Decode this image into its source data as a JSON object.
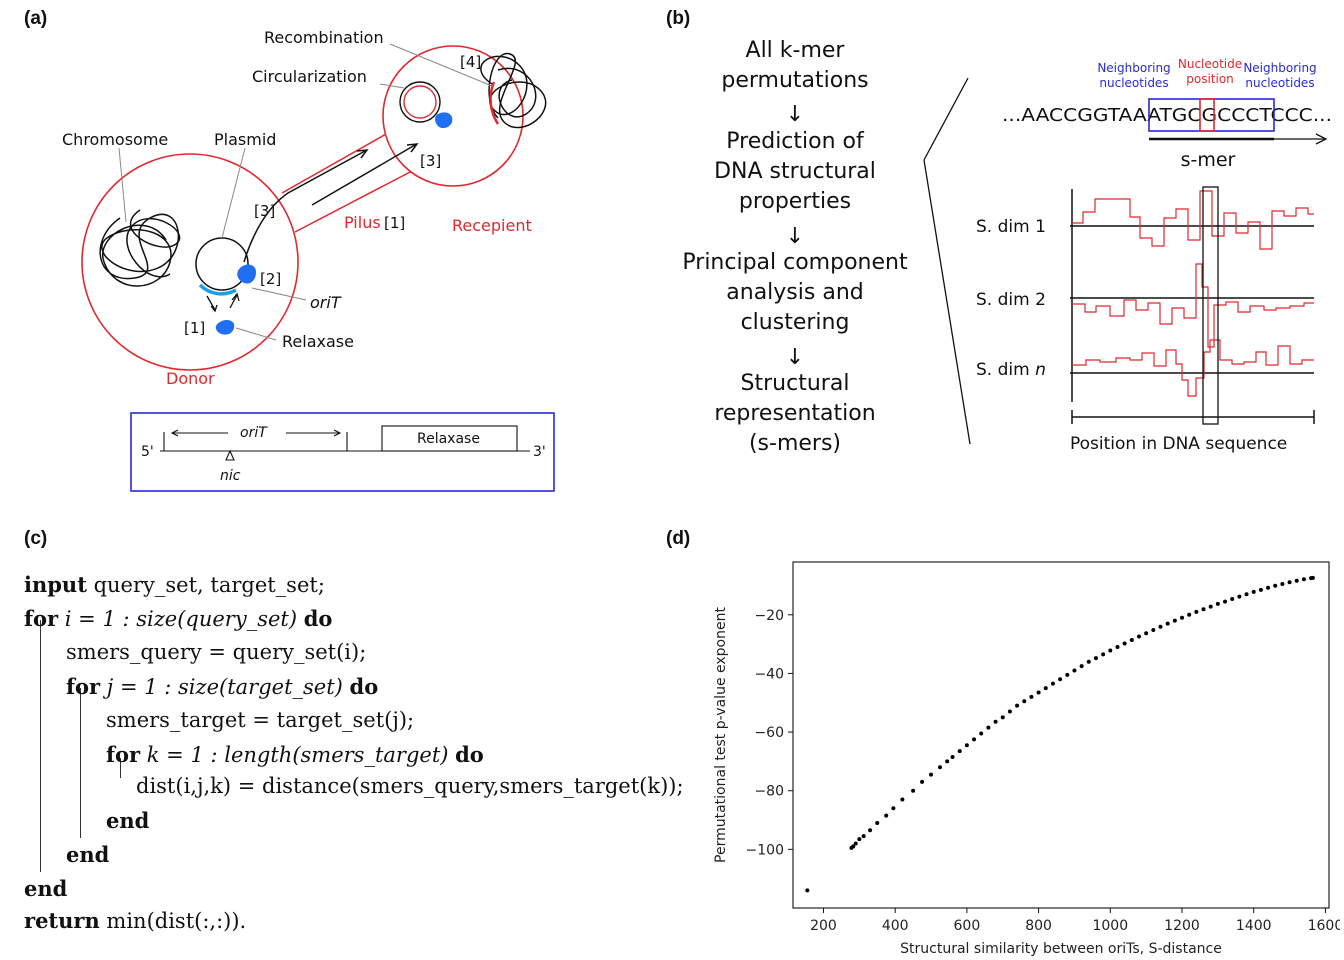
{
  "panels": {
    "a": "(a)",
    "b": "(b)",
    "c": "(c)",
    "d": "(d)"
  },
  "panel_a": {
    "recombination": "Recombination",
    "circularization": "Circularization",
    "chromosome": "Chromosome",
    "plasmid": "Plasmid",
    "step4": "[4]",
    "step3a": "[3]",
    "step3b": "[3]",
    "step2": "[2]",
    "step1": "[1]",
    "pilus": "Pilus",
    "pilus_step": "[1]",
    "recepient": "Recepient",
    "orit": "oriT",
    "relaxase": "Relaxase",
    "donor": "Donor",
    "box": {
      "five_prime": "5'",
      "three_prime": "3'",
      "orit": "oriT",
      "nic": "nic",
      "relaxase": "Relaxase"
    },
    "colors": {
      "red": "#e0282e",
      "blue": "#2a2ad8",
      "relaxase": "#1f6ff2",
      "orit": "#1aa0e6"
    }
  },
  "panel_b": {
    "flow": {
      "step1": [
        "All k-mer",
        "permutations"
      ],
      "step2": [
        "Prediction of",
        "DNA structural",
        "properties"
      ],
      "step3": [
        "Principal component",
        "analysis and",
        "clustering"
      ],
      "step4": [
        "Structural",
        "representation",
        "(s-mers)"
      ],
      "arrow": "↓"
    },
    "neighboring_left": [
      "Neighboring",
      "nucleotides"
    ],
    "nucleotide_position": [
      "Nucleotide",
      "position"
    ],
    "neighboring_right": [
      "Neighboring",
      "nucleotides"
    ],
    "sequence": "...AACCGGTAAATGCGCCCTCCC...",
    "smer": "s-mer",
    "dim1": "S. dim 1",
    "dim2": "S. dim 2",
    "dimn_prefix": "S. dim ",
    "dimn_var": "n",
    "position_label": "Position in DNA sequence"
  },
  "panel_c": {
    "kw_input": "input",
    "input_rest": " query_set, target_set;",
    "kw_for": "for",
    "for_i": " i = 1 : size(query_set) ",
    "kw_do": "do",
    "smers_query": "smers_query = query_set(i);",
    "for_j": " j = 1 : size(target_set) ",
    "smers_target": "smers_target = target_set(j);",
    "for_k": " k = 1 : length(smers_target) ",
    "dist_line": "dist(i,j,k) = distance(smers_query,smers_target(k));",
    "kw_end": "end",
    "kw_return": "return",
    "return_rest": " min(dist(:,:))."
  },
  "chart_data": {
    "type": "scatter",
    "title": "",
    "xlabel": "Structural similarity between oriTs, S-distance",
    "ylabel": "Permutational test p-value exponent",
    "xlim": [
      115,
      1610
    ],
    "ylim": [
      -120,
      -2
    ],
    "xticks": [
      200,
      400,
      600,
      800,
      1000,
      1200,
      1400,
      1600
    ],
    "yticks": [
      -100,
      -80,
      -60,
      -40,
      -20
    ],
    "grid": false,
    "point_color": "#000000",
    "points": [
      [
        155,
        -114
      ],
      [
        278,
        -99.5
      ],
      [
        283,
        -99
      ],
      [
        290,
        -98
      ],
      [
        300,
        -96.5
      ],
      [
        312,
        -95.5
      ],
      [
        330,
        -93.5
      ],
      [
        350,
        -91
      ],
      [
        375,
        -88.5
      ],
      [
        395,
        -86
      ],
      [
        420,
        -83
      ],
      [
        450,
        -80
      ],
      [
        475,
        -77
      ],
      [
        500,
        -74.5
      ],
      [
        525,
        -72
      ],
      [
        545,
        -70
      ],
      [
        560,
        -68.5
      ],
      [
        580,
        -66.5
      ],
      [
        600,
        -64.5
      ],
      [
        620,
        -62.5
      ],
      [
        640,
        -60.5
      ],
      [
        660,
        -58.5
      ],
      [
        680,
        -56.5
      ],
      [
        700,
        -55
      ],
      [
        720,
        -53
      ],
      [
        740,
        -51
      ],
      [
        760,
        -49.5
      ],
      [
        780,
        -48
      ],
      [
        800,
        -46.5
      ],
      [
        820,
        -45
      ],
      [
        840,
        -43.5
      ],
      [
        860,
        -42
      ],
      [
        880,
        -40.5
      ],
      [
        900,
        -39
      ],
      [
        920,
        -37.5
      ],
      [
        940,
        -36
      ],
      [
        960,
        -34.8
      ],
      [
        980,
        -33.5
      ],
      [
        1000,
        -32.2
      ],
      [
        1020,
        -31
      ],
      [
        1040,
        -29.8
      ],
      [
        1060,
        -28.6
      ],
      [
        1080,
        -27.4
      ],
      [
        1100,
        -26.3
      ],
      [
        1120,
        -25.2
      ],
      [
        1140,
        -24.1
      ],
      [
        1160,
        -23
      ],
      [
        1180,
        -22
      ],
      [
        1200,
        -21
      ],
      [
        1220,
        -20
      ],
      [
        1240,
        -19
      ],
      [
        1260,
        -18.1
      ],
      [
        1280,
        -17.2
      ],
      [
        1300,
        -16.3
      ],
      [
        1320,
        -15.5
      ],
      [
        1340,
        -14.6
      ],
      [
        1360,
        -13.8
      ],
      [
        1380,
        -13
      ],
      [
        1400,
        -12.2
      ],
      [
        1420,
        -11.5
      ],
      [
        1440,
        -10.8
      ],
      [
        1460,
        -10.1
      ],
      [
        1480,
        -9.5
      ],
      [
        1500,
        -8.9
      ],
      [
        1520,
        -8.4
      ],
      [
        1540,
        -7.9
      ],
      [
        1560,
        -7.5
      ],
      [
        1565,
        -7.4
      ]
    ]
  }
}
